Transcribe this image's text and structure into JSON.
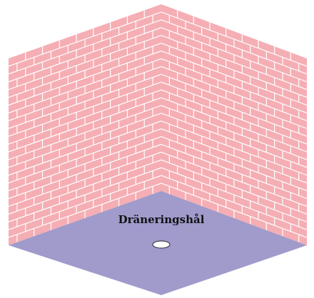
{
  "diagram": {
    "label": "Dräneringshål",
    "colors": {
      "tile_fill": "#f5aeb4",
      "grout": "#ffffff",
      "floor_fill": "#a09bcb",
      "drain_fill": "#ffffff",
      "drain_stroke": "#222222",
      "label_text": "#111111"
    },
    "wall_left": {
      "columns": 9,
      "rows": 24,
      "running_bond": true
    },
    "wall_right": {
      "columns": 9,
      "rows": 24,
      "running_bond": true
    }
  }
}
